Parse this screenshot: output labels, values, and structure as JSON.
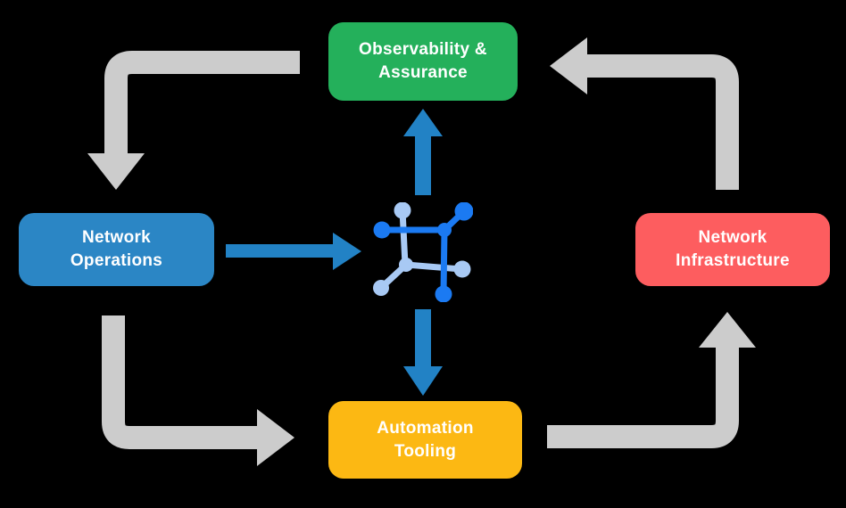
{
  "diagram": {
    "type": "cycle-diagram",
    "nodes": [
      {
        "id": "observability-assurance",
        "label_line1": "Observability &",
        "label_line2": "Assurance",
        "color": "#24b05b",
        "position": "top-center"
      },
      {
        "id": "network-operations",
        "label_line1": "Network",
        "label_line2": "Operations",
        "color": "#2b86c5",
        "position": "middle-left"
      },
      {
        "id": "network-infrastructure",
        "label_line1": "Network",
        "label_line2": "Infrastructure",
        "color": "#fd5d5f",
        "position": "middle-right"
      },
      {
        "id": "automation-tooling",
        "label_line1": "Automation",
        "label_line2": "Tooling",
        "color": "#fcb813",
        "position": "bottom-center"
      }
    ],
    "center_icon": "network-mesh-icon",
    "connections": {
      "gray_cycle": [
        "observability-assurance -> network-operations",
        "network-operations -> automation-tooling",
        "automation-tooling -> network-infrastructure",
        "network-infrastructure -> observability-assurance"
      ],
      "blue_flows": [
        "network-operations -> center-icon",
        "center-icon -> observability-assurance",
        "center-icon -> automation-tooling"
      ]
    },
    "colors": {
      "background": "#000000",
      "cycle_arrow": "#cccccc",
      "flow_arrow": "#2282c5",
      "icon_primary_blue": "#1b7af2",
      "icon_light_blue": "#a8c9f4",
      "node_text": "#ffffff"
    }
  }
}
